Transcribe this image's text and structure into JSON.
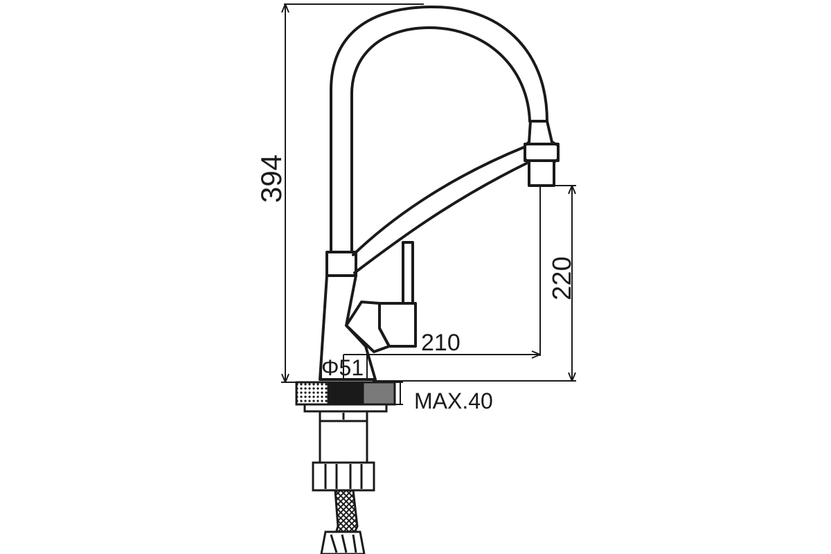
{
  "drawing": {
    "labels": {
      "total_height": "394",
      "spout_clearance": "220",
      "spout_reach": "210",
      "base_diameter": "Φ51",
      "max_counter_thickness": "MAX.40"
    },
    "colors": {
      "line": "#1a1a1a",
      "background": "#ffffff",
      "mounting_nut_dark": "#1a1a1a",
      "mounting_nut_gray": "#7a7a7a",
      "hose_braid": "#2a2a2a"
    }
  }
}
